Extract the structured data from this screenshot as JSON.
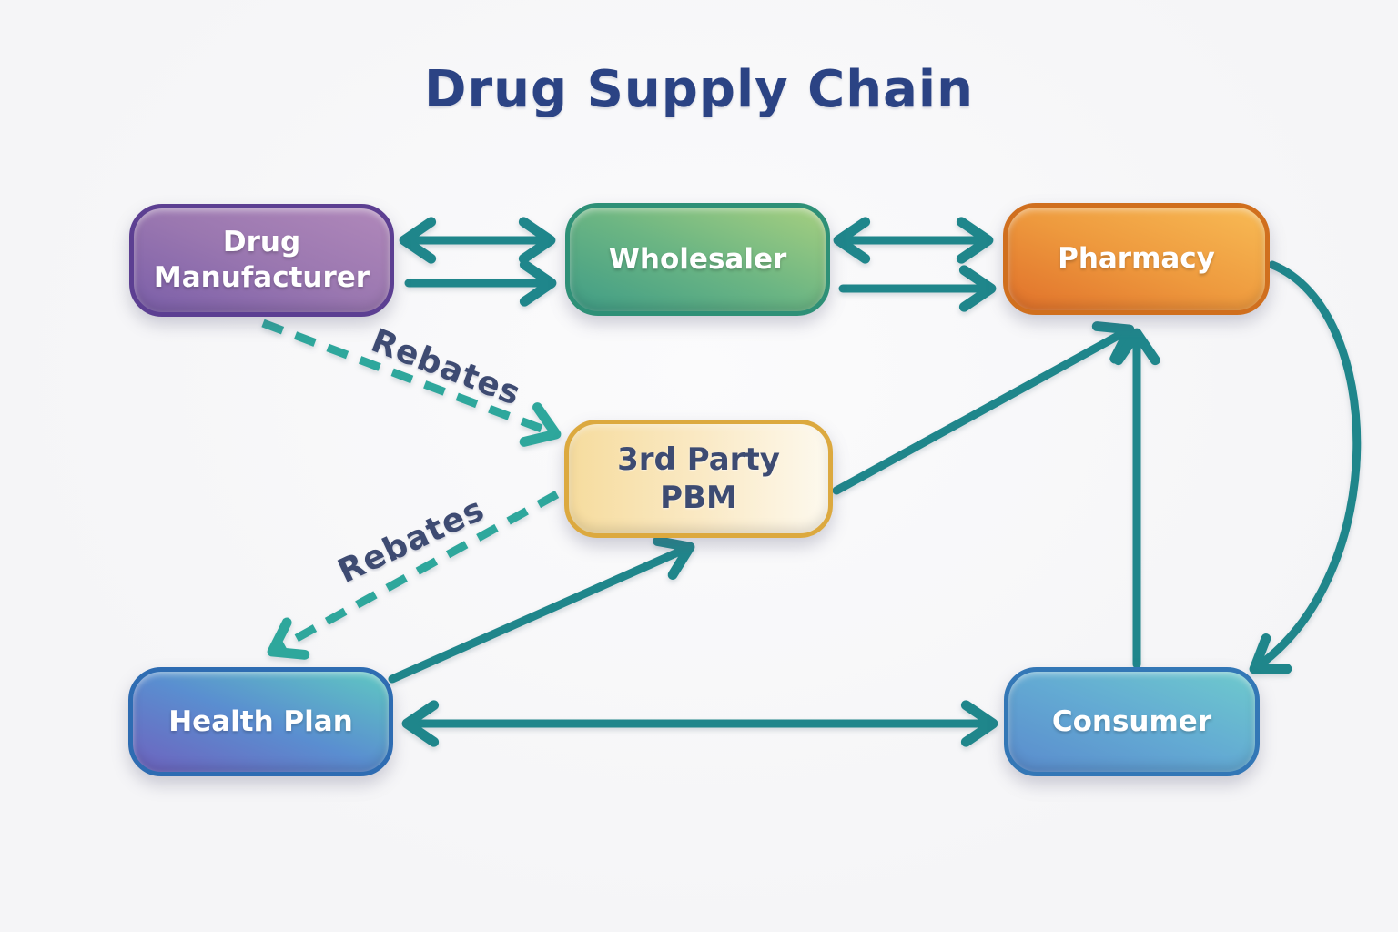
{
  "title": "Drug Supply Chain",
  "colors": {
    "background": "#f5f5f7",
    "title_text": "#2b4384",
    "arrow_solid": "#1f868b",
    "arrow_dashed": "#2ea79c",
    "label_text": "#3e4b72"
  },
  "nodes": [
    {
      "id": "manufacturer",
      "label": "Drug Manufacturer",
      "fill_from": "#7a5ea8",
      "fill_mid": "#9a77b0",
      "fill_to": "#b088ba",
      "gradient_dir": "to top right",
      "border": "#5c3f92",
      "text": "#ffffff"
    },
    {
      "id": "wholesaler",
      "label": "Wholesaler",
      "fill_from": "#3f9c86",
      "fill_mid": "#6bb583",
      "fill_to": "#a6cf80",
      "gradient_dir": "to top right",
      "border": "#2e9077",
      "text": "#ffffff"
    },
    {
      "id": "pharmacy",
      "label": "Pharmacy",
      "fill_from": "#e0702a",
      "fill_mid": "#ee9a3e",
      "fill_to": "#f8bb55",
      "gradient_dir": "to top right",
      "border": "#d06f1e",
      "text": "#ffffff"
    },
    {
      "id": "pbm",
      "label": "3rd Party PBM",
      "fill_from": "#f6dc9e",
      "fill_mid": "#fae9c4",
      "fill_to": "#fdf9ee",
      "gradient_dir": "to right",
      "border": "#dca93f",
      "text": "#3d4b72"
    },
    {
      "id": "health_plan",
      "label": "Health Plan",
      "fill_from": "#6e62be",
      "fill_mid": "#5a8ed0",
      "fill_to": "#5fc8c2",
      "gradient_dir": "to top right",
      "border": "#2e6cb2",
      "text": "#ffffff"
    },
    {
      "id": "consumer",
      "label": "Consumer",
      "fill_from": "#5a8bcd",
      "fill_mid": "#63aad3",
      "fill_to": "#6ecacd",
      "gradient_dir": "to top right",
      "border": "#3377b6",
      "text": "#ffffff"
    }
  ],
  "edges": [
    {
      "from": "Drug Manufacturer",
      "to": "Wholesaler",
      "style": "solid",
      "direction": "both"
    },
    {
      "from": "Drug Manufacturer",
      "to": "Wholesaler",
      "style": "solid",
      "direction": "one-way"
    },
    {
      "from": "Wholesaler",
      "to": "Pharmacy",
      "style": "solid",
      "direction": "both"
    },
    {
      "from": "Wholesaler",
      "to": "Pharmacy",
      "style": "solid",
      "direction": "one-way"
    },
    {
      "from": "Drug Manufacturer",
      "to": "3rd Party PBM",
      "style": "dashed",
      "direction": "one-way",
      "label": "Rebates"
    },
    {
      "from": "3rd Party PBM",
      "to": "Health Plan",
      "style": "dashed",
      "direction": "one-way",
      "label": "Rebates"
    },
    {
      "from": "Health Plan",
      "to": "3rd Party PBM",
      "style": "solid",
      "direction": "one-way"
    },
    {
      "from": "3rd Party PBM",
      "to": "Pharmacy",
      "style": "solid",
      "direction": "one-way"
    },
    {
      "from": "Consumer",
      "to": "Pharmacy",
      "style": "solid",
      "direction": "one-way"
    },
    {
      "from": "Pharmacy",
      "to": "Consumer",
      "style": "solid",
      "direction": "one-way",
      "shape": "curved"
    },
    {
      "from": "Health Plan",
      "to": "Consumer",
      "style": "solid",
      "direction": "both"
    }
  ]
}
